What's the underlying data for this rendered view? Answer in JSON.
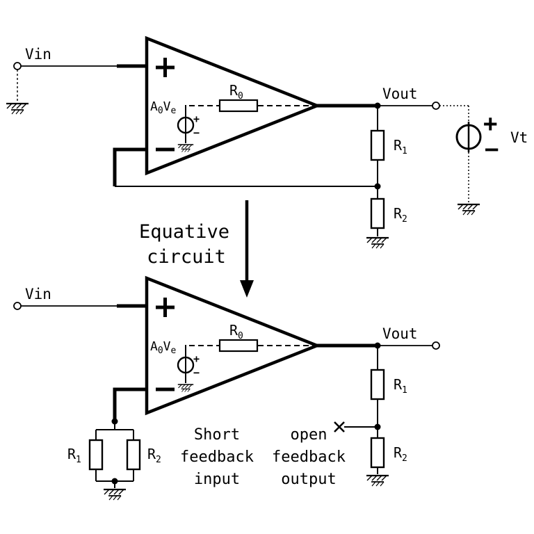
{
  "colors": {
    "wire": "#000000",
    "accent": "#ff00cc",
    "background": "#ffffff"
  },
  "icons": {
    "plus": "+",
    "minus": "−",
    "open_cross": "×",
    "ground": "earth-ground",
    "arrow": "down-arrow"
  },
  "labels": {
    "vin": "Vin",
    "vout": "Vout",
    "vt": "Vt",
    "gain": {
      "a": "A",
      "a_sub": "0",
      "v": "V",
      "v_sub": "e"
    },
    "r0": {
      "base": "R",
      "sub": "0"
    },
    "r1": {
      "base": "R",
      "sub": "1"
    },
    "r2": {
      "base": "R",
      "sub": "2"
    }
  },
  "annotations": {
    "equative": [
      "Equative",
      "circuit"
    ],
    "short_feedback": [
      "Short",
      "feedback",
      "input"
    ],
    "open_feedback": [
      "open",
      "feedback",
      "output"
    ]
  }
}
